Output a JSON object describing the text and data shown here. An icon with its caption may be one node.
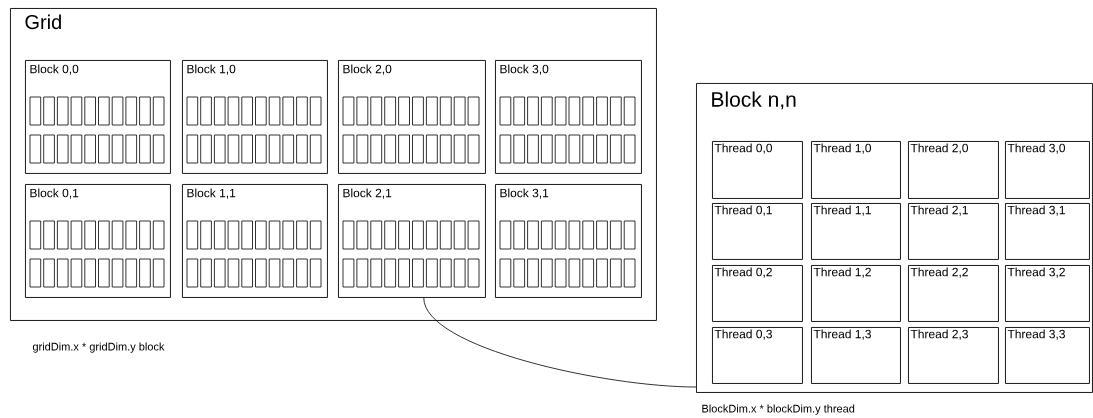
{
  "diagram": {
    "nodes": [
      {
        "text": [
          "Grid"
        ],
        "beside": [
          "gridDim.x * gridDim.y block"
        ]
      },
      {
        "text": [
          "Block 0,0"
        ],
        "in": 0
      },
      {
        "text": [
          "Block 1,0"
        ],
        "in": 0
      },
      {
        "text": [
          "Block 2,0"
        ],
        "in": 0
      },
      {
        "text": [
          "Block 3,0"
        ],
        "in": 0
      },
      {
        "text": [
          "Block 0,1"
        ],
        "in": 0
      },
      {
        "text": [
          "Block 1,1"
        ],
        "in": 0
      },
      {
        "text": [
          "Block 2,1"
        ],
        "in": 0
      },
      {
        "text": [
          "Block 3,1"
        ],
        "in": 0
      },
      {
        "text": [
          "Block n,n"
        ],
        "beside": [
          "BlockDim.x * blockDim.y thread"
        ]
      },
      {
        "text": [
          "Thread 0,0"
        ],
        "in": 9
      },
      {
        "text": [
          "Thread 1,0"
        ],
        "in": 9
      },
      {
        "text": [
          "Thread 2,0"
        ],
        "in": 9
      },
      {
        "text": [
          "Thread 3,0"
        ],
        "in": 9
      },
      {
        "text": [
          "Thread 0,1"
        ],
        "in": 9
      },
      {
        "text": [
          "Thread 1,1"
        ],
        "in": 9
      },
      {
        "text": [
          "Thread 2,1"
        ],
        "in": 9
      },
      {
        "text": [
          "Thread 3,1"
        ],
        "in": 9
      },
      {
        "text": [
          "Thread 0,2"
        ],
        "in": 9
      },
      {
        "text": [
          "Thread 1,2"
        ],
        "in": 9
      },
      {
        "text": [
          "Thread 2,2"
        ],
        "in": 9
      },
      {
        "text": [
          "Thread 3,2"
        ],
        "in": 9
      },
      {
        "text": [
          "Thread 0,3"
        ],
        "in": 9
      },
      {
        "text": [
          "Thread 1,3"
        ],
        "in": 9
      },
      {
        "text": [
          "Thread 2,3"
        ],
        "in": 9
      },
      {
        "text": [
          "Thread 3,3"
        ],
        "in": 9
      }
    ],
    "edges": [
      {
        "from": 7,
        "to": 9,
        "arrow": "none"
      }
    ]
  }
}
